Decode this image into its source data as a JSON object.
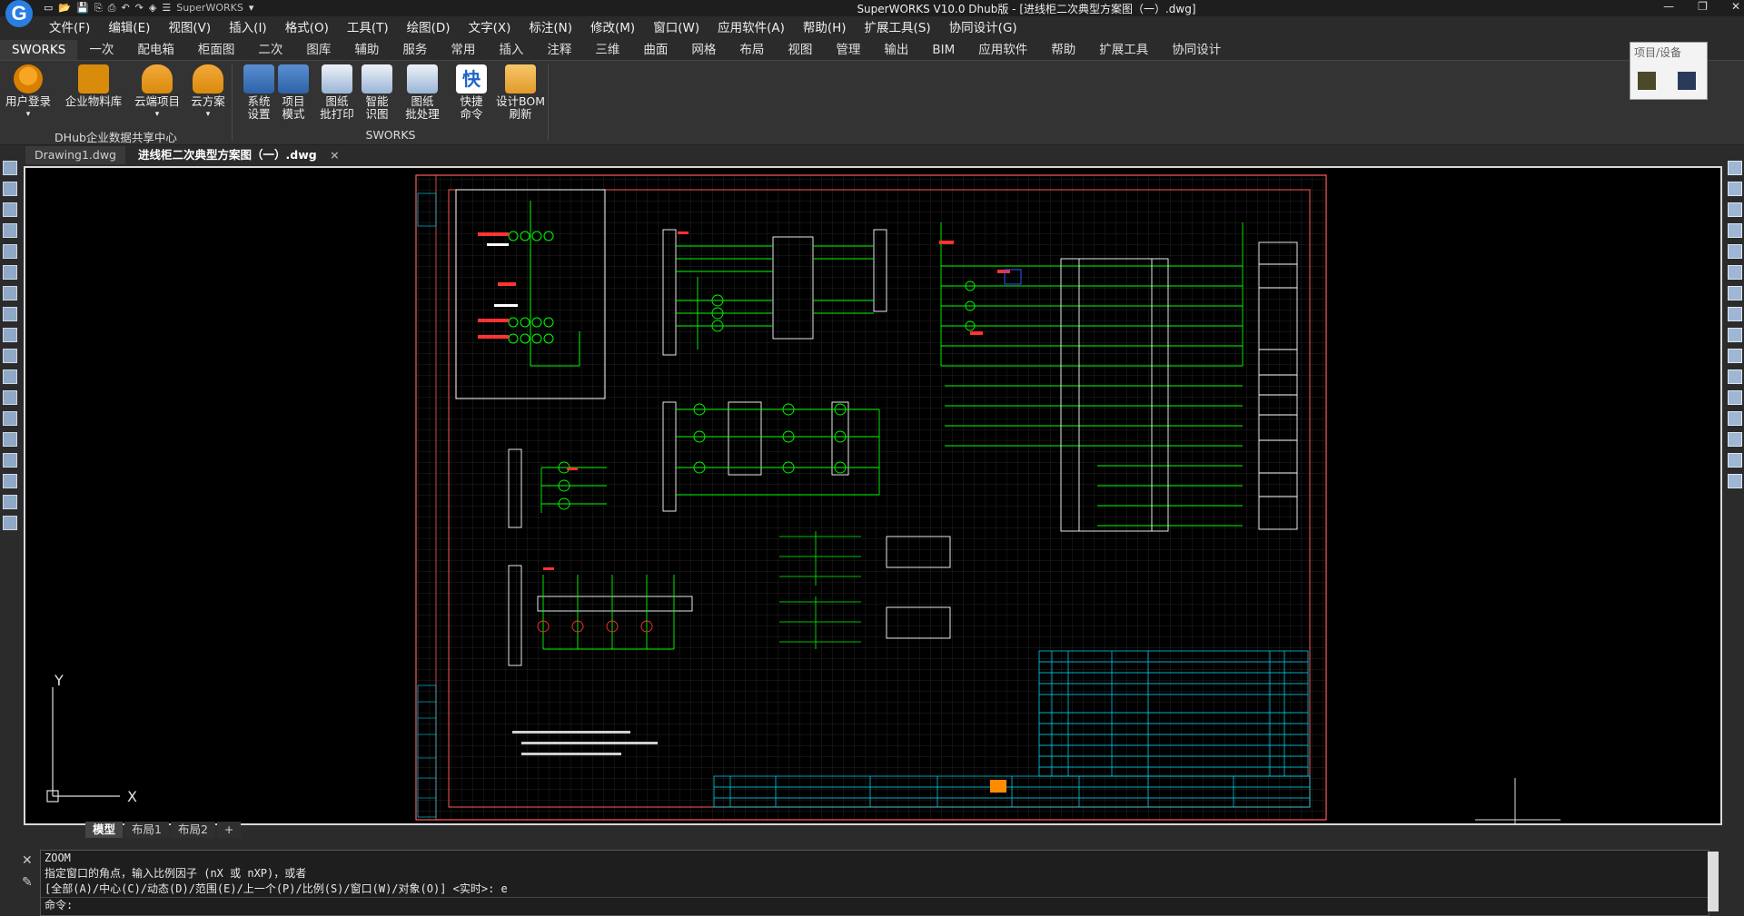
{
  "window": {
    "title": "SuperWORKS V10.0 Dhub版 - [进线柜二次典型方案图（一）.dwg]",
    "app_logo": "G",
    "quick_access_label": "SuperWORKS",
    "controls": [
      "—",
      "❐",
      "✕"
    ]
  },
  "menu": [
    "文件(F)",
    "编辑(E)",
    "视图(V)",
    "插入(I)",
    "格式(O)",
    "工具(T)",
    "绘图(D)",
    "文字(X)",
    "标注(N)",
    "修改(M)",
    "窗口(W)",
    "应用软件(A)",
    "帮助(H)",
    "扩展工具(S)",
    "协同设计(G)"
  ],
  "ribbon_tabs": [
    "SWORKS",
    "一次",
    "配电箱",
    "柜面图",
    "二次",
    "图库",
    "辅助",
    "服务",
    "常用",
    "插入",
    "注释",
    "三维",
    "曲面",
    "网格",
    "布局",
    "视图",
    "管理",
    "输出",
    "BIM",
    "应用软件",
    "帮助",
    "扩展工具",
    "协同设计"
  ],
  "ribbon_groups": [
    {
      "label": "DHub企业数据共享中心",
      "buttons": [
        {
          "label": "用户登录",
          "icon": "user-icon"
        },
        {
          "label": "企业物料库",
          "icon": "enterprise-library-icon"
        },
        {
          "label": "云端项目",
          "icon": "cloud-project-icon"
        },
        {
          "label": "云方案",
          "icon": "cloud-scheme-icon"
        }
      ]
    },
    {
      "label": "SWORKS",
      "buttons": [
        {
          "label": "系统\n设置",
          "icon": "system-settings-icon"
        },
        {
          "label": "项目\n模式",
          "icon": "project-mode-icon"
        },
        {
          "label": "图纸\n批打印",
          "icon": "batch-print-icon"
        },
        {
          "label": "智能\n识图",
          "icon": "smart-recognize-icon"
        },
        {
          "label": "图纸\n批处理",
          "icon": "batch-process-icon"
        },
        {
          "label": "快捷\n命令",
          "icon": "quick-command-icon"
        },
        {
          "label": "设计BOM\n刷新",
          "icon": "bom-refresh-icon"
        }
      ]
    }
  ],
  "project_panel": {
    "title": "项目/设备"
  },
  "doc_tabs": [
    {
      "label": "Drawing1.dwg",
      "active": false
    },
    {
      "label": "进线柜二次典型方案图（一）.dwg",
      "active": true
    }
  ],
  "layout_tabs": [
    "模型",
    "布局1",
    "布局2",
    "+"
  ],
  "ucs": {
    "y": "Y",
    "x": "X"
  },
  "command": {
    "lines": [
      "ZOOM",
      "指定窗口的角点，输入比例因子 (nX 或 nXP)，或者",
      "[全部(A)/中心(C)/动态(D)/范围(E)/上一个(P)/比例(S)/窗口(W)/对象(O)] <实时>: e"
    ],
    "prompt": "命令:"
  },
  "colors": {
    "wire": "#00ff00",
    "label": "#ff3333",
    "border": "#ff5a5a",
    "table": "#00e5ff",
    "ink": "#ffffff"
  }
}
